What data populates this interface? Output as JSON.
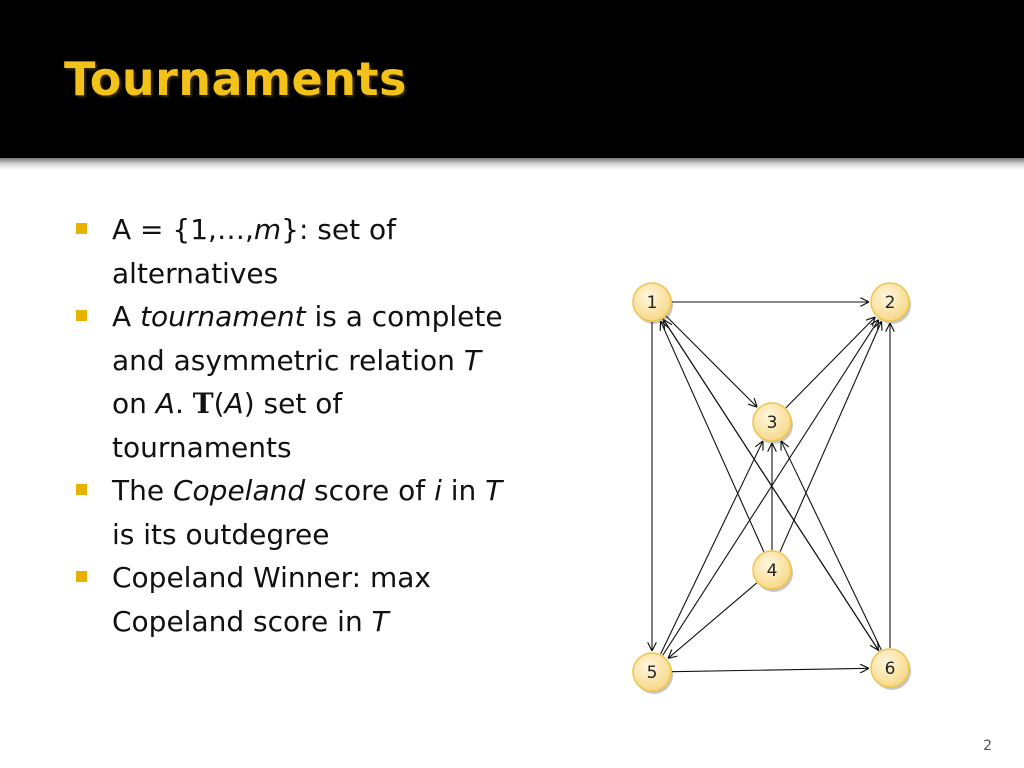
{
  "slide": {
    "title": "Tournaments",
    "page_number": "2"
  },
  "colors": {
    "title": "#f2c21a",
    "bullet_marker": "#e8b100",
    "node_fill": "#fbe7b0",
    "node_border": "#f0c44a"
  },
  "bullets": [
    {
      "parts": [
        {
          "text": "A = {1,…,"
        },
        {
          "text": "m",
          "italic": true
        },
        {
          "text": "}: set of alternatives"
        }
      ]
    },
    {
      "parts": [
        {
          "text": "A "
        },
        {
          "text": "tournament",
          "italic": true
        },
        {
          "text": " is a complete and asymmetric relation "
        },
        {
          "text": "T",
          "italic": true
        },
        {
          "text": " on "
        },
        {
          "text": "A",
          "italic": true
        },
        {
          "text": ".  "
        },
        {
          "text": "T",
          "frak": true
        },
        {
          "text": "("
        },
        {
          "text": "A",
          "italic": true
        },
        {
          "text": ") set of tournaments"
        }
      ]
    },
    {
      "parts": [
        {
          "text": "The "
        },
        {
          "text": "Copeland",
          "italic": true
        },
        {
          "text": " score of "
        },
        {
          "text": "i",
          "italic": true
        },
        {
          "text": " in "
        },
        {
          "text": "T",
          "italic": true
        },
        {
          "text": " is its outdegree"
        }
      ]
    },
    {
      "parts": [
        {
          "text": "Copeland Winner: max Copeland score in "
        },
        {
          "text": "T",
          "italic": true
        }
      ]
    }
  ],
  "diagram": {
    "nodes": [
      {
        "id": "1",
        "label": "1"
      },
      {
        "id": "2",
        "label": "2"
      },
      {
        "id": "3",
        "label": "3"
      },
      {
        "id": "4",
        "label": "4"
      },
      {
        "id": "5",
        "label": "5"
      },
      {
        "id": "6",
        "label": "6"
      }
    ],
    "edges": [
      {
        "from": "1",
        "to": "2"
      },
      {
        "from": "1",
        "to": "3"
      },
      {
        "from": "1",
        "to": "5"
      },
      {
        "from": "1",
        "to": "6"
      },
      {
        "from": "3",
        "to": "2"
      },
      {
        "from": "4",
        "to": "2"
      },
      {
        "from": "4",
        "to": "3"
      },
      {
        "from": "4",
        "to": "5"
      },
      {
        "from": "4",
        "to": "1"
      },
      {
        "from": "5",
        "to": "2"
      },
      {
        "from": "5",
        "to": "6"
      },
      {
        "from": "5",
        "to": "3"
      },
      {
        "from": "6",
        "to": "1"
      },
      {
        "from": "6",
        "to": "3"
      },
      {
        "from": "6",
        "to": "2"
      }
    ]
  }
}
